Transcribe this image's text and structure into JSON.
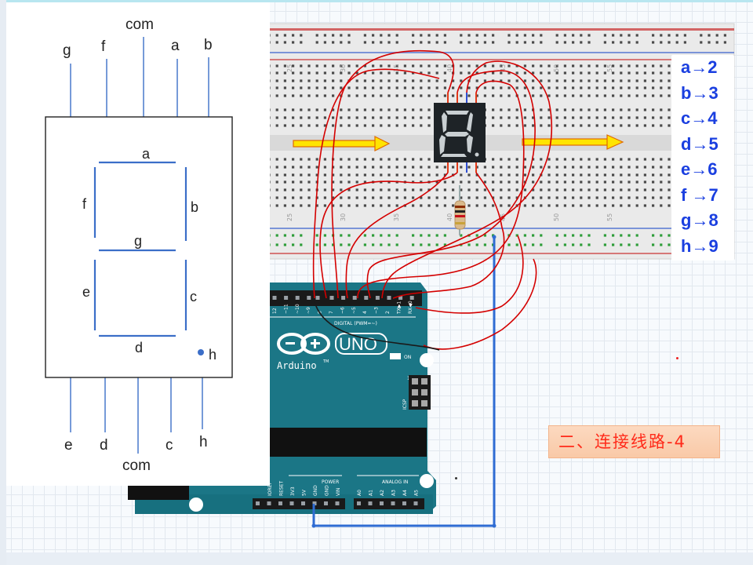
{
  "schematic": {
    "top_pins": [
      "g",
      "f",
      "com",
      "a",
      "b"
    ],
    "bottom_pins": [
      "e",
      "d",
      "com",
      "c",
      "h"
    ],
    "segments": {
      "a": "a",
      "b": "b",
      "c": "c",
      "d": "d",
      "e": "e",
      "f": "f",
      "g": "g",
      "h": "h"
    }
  },
  "breadboard": {
    "column_numbers": [
      "25",
      "30",
      "35",
      "40",
      "45",
      "50",
      "55"
    ]
  },
  "arduino": {
    "brand": "Arduino",
    "tm": "TM",
    "model": "UNO",
    "on_label": "ON",
    "digital_label": "DIGITAL (PWM=~)",
    "icsp_label": "ICSP",
    "power_label": "POWER",
    "analog_label": "ANALOG IN",
    "pin_labels": [
      "12",
      "~11",
      "~10",
      "~9",
      "8",
      "7",
      "~6",
      "~5",
      "4",
      "~3",
      "2",
      "TX▶1",
      "RX◀0"
    ],
    "power_pins": [
      "IOREF",
      "RESET",
      "3V3",
      "5V",
      "GND",
      "GND",
      "VIN"
    ],
    "analog_pins": [
      "A0",
      "A1",
      "A2",
      "A3",
      "A4",
      "A5"
    ]
  },
  "mapping": [
    "a→2",
    "b→3",
    "c→4",
    "d→5",
    "e→6",
    "f →7",
    "g→8",
    "h→9"
  ],
  "caption": "二、连接线路-4",
  "colors": {
    "arduino_teal": "#17707f",
    "wire_red": "#d40000",
    "wire_blue": "#2f6cd3",
    "mapping_text": "#1a3fe0",
    "caption_text": "#ff2a1a",
    "caption_bg": "#fbd2b4"
  }
}
